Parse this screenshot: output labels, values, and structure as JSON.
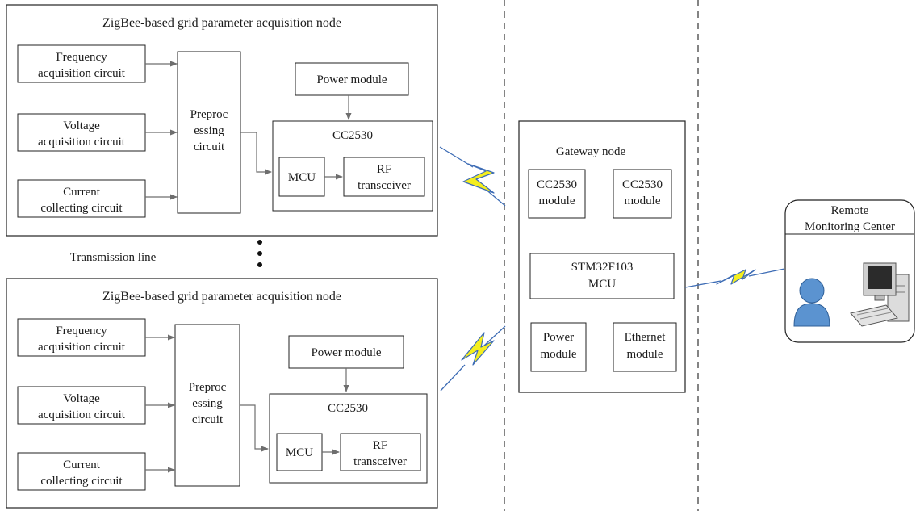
{
  "colors": {
    "line": "#222222",
    "arrow": "#6e6e6e",
    "bolt_fill": "#f4ee1e",
    "bolt_stroke": "#3d6cb5",
    "person": "#5b93d0"
  },
  "top_node": {
    "title": "ZigBee-based grid parameter acquisition node",
    "freq": [
      "Frequency",
      "acquisition circuit"
    ],
    "volt": [
      "Voltage",
      "acquisition circuit"
    ],
    "curr": [
      "Current",
      "collecting circuit"
    ],
    "prep": [
      "Preproc",
      "essing",
      "circuit"
    ],
    "power": "Power module",
    "cc": "CC2530",
    "mcu": "MCU",
    "rf": [
      "RF",
      "transceiver"
    ]
  },
  "bottom_node": {
    "title": "ZigBee-based grid parameter acquisition node",
    "freq": [
      "Frequency",
      "acquisition circuit"
    ],
    "volt": [
      "Voltage",
      "acquisition circuit"
    ],
    "curr": [
      "Current",
      "collecting circuit"
    ],
    "prep": [
      "Preproc",
      "essing",
      "circuit"
    ],
    "power": "Power module",
    "cc": "CC2530",
    "mcu": "MCU",
    "rf": [
      "RF",
      "transceiver"
    ]
  },
  "transmission_line": "Transmission line",
  "gateway": {
    "title": "Gateway node",
    "cc_a": [
      "CC2530",
      "module"
    ],
    "cc_b": [
      "CC2530",
      "module"
    ],
    "stm": [
      "STM32F103",
      "MCU"
    ],
    "power": [
      "Power",
      "module"
    ],
    "eth": [
      "Ethernet",
      "module"
    ]
  },
  "remote": {
    "title": [
      "Remote",
      "Monitoring Center"
    ],
    "person_icon": "person-icon",
    "computer_icon": "computer-icon"
  }
}
